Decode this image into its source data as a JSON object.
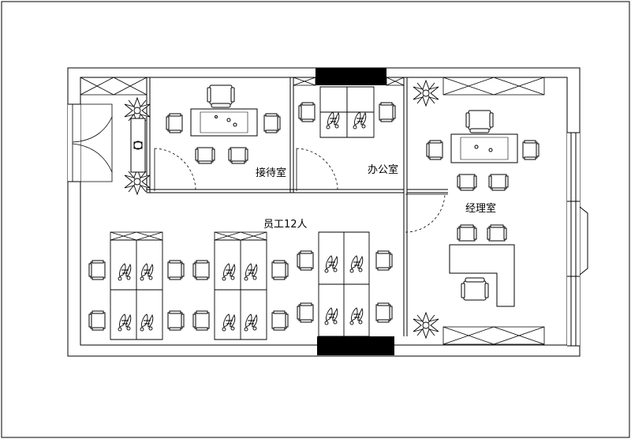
{
  "rooms": {
    "reception": "接待室",
    "office": "办公室",
    "staff": "员工12人",
    "manager": "经理室"
  }
}
